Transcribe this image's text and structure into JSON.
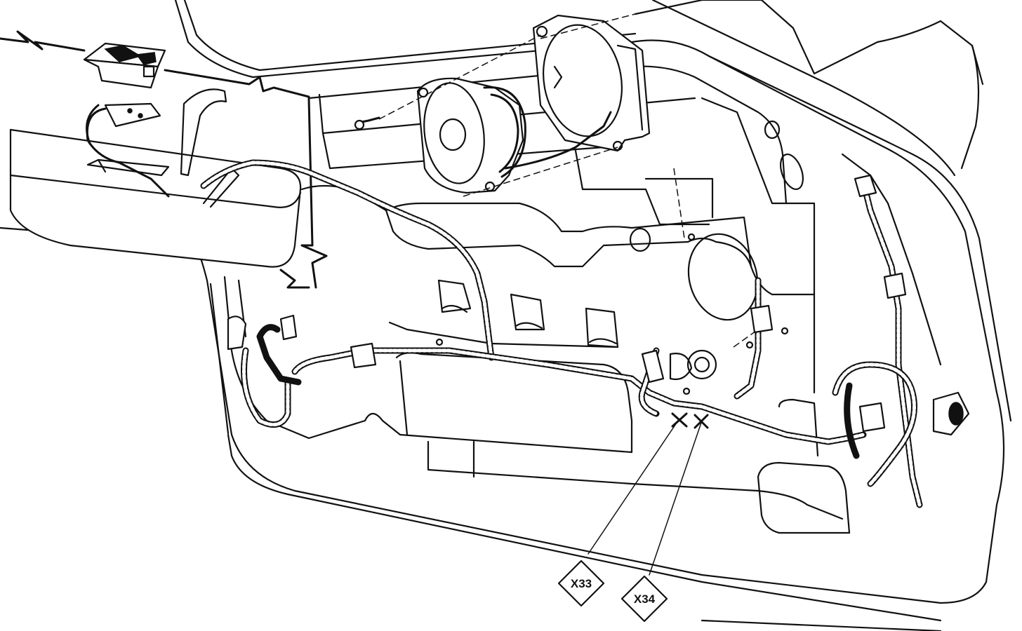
{
  "callouts": [
    {
      "id": "x33",
      "label": "X33"
    },
    {
      "id": "x34",
      "label": "X34"
    }
  ]
}
